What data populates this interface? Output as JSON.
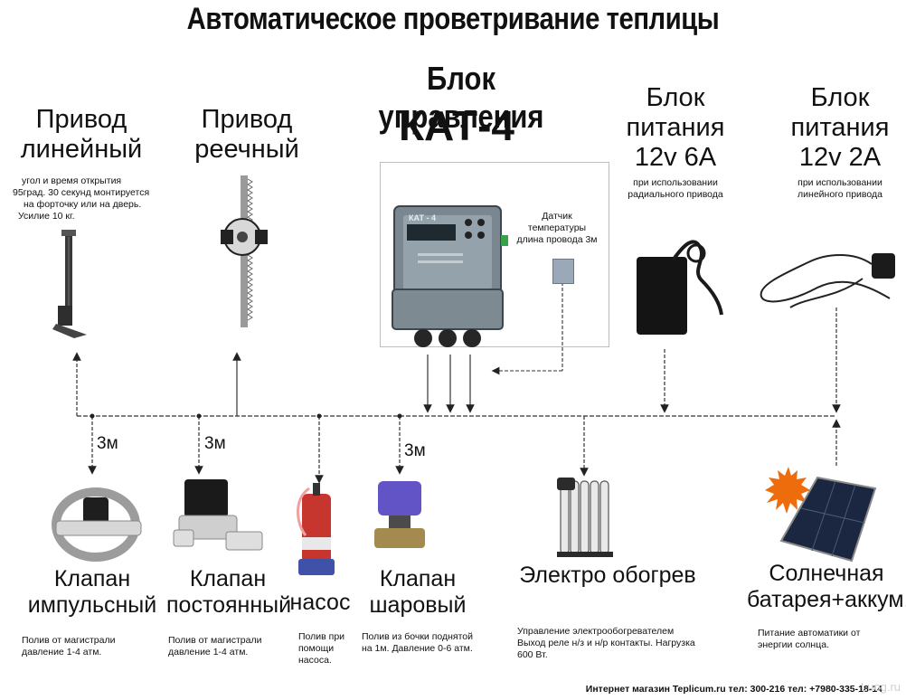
{
  "title": "Автоматическое проветривание теплицы",
  "control_unit": {
    "heading": "Блок управления",
    "model": "КАТ-4",
    "device_label": "КАТ - 4"
  },
  "sensor": {
    "line1": "Датчик",
    "line2": "температуры",
    "line3": "длина провода 3м"
  },
  "linear_drive": {
    "line1": "Привод",
    "line2": "линейный",
    "note1": "угол и время открытия",
    "note2": "95град. 30 секунд монтируется",
    "note3": "на форточку или на дверь.",
    "note4": "Усилие 10 кг."
  },
  "rack_drive": {
    "line1": "Привод",
    "line2": "реечный"
  },
  "psu_6a": {
    "line1": "Блок",
    "line2": "питания",
    "line3": "12v 6A",
    "note1": "при использовании",
    "note2": "радиального привода"
  },
  "psu_2a": {
    "line1": "Блок",
    "line2": "питания",
    "line3": "12v 2A",
    "note1": "при использовании",
    "note2": "линейного привода"
  },
  "distance_label": "3м",
  "valve_pulse": {
    "line1": "Клапан",
    "line2": "импульсный",
    "desc1": "Полив от магистрали",
    "desc2": "давление 1-4 атм."
  },
  "valve_const": {
    "line1": "Клапан",
    "line2": "постоянный",
    "desc1": "Полив от магистрали",
    "desc2": "давление 1-4 атм."
  },
  "pump": {
    "line1": "насос",
    "desc1": "Полив при",
    "desc2": "помощи",
    "desc3": "насоса."
  },
  "valve_ball": {
    "line1": "Клапан",
    "line2": "шаровый",
    "desc1": "Полив из бочки поднятой",
    "desc2": "на 1м. Давление 0-6 атм."
  },
  "heater": {
    "line1": "Электро обогрев",
    "desc1": "Управление электрообогревателем",
    "desc2": "Выход реле н/з и н/р контакты. Нагрузка",
    "desc3": "600 Вт."
  },
  "solar": {
    "line1": "Солнечная",
    "line2": "батарея+аккум..",
    "desc1": "Питание автоматики от",
    "desc2": "энергии солнца."
  },
  "footer": "Интернет магазин Teplicum.ru тел: 300-216 тел: +7980-335-18-14",
  "watermark": "Luog.ru"
}
